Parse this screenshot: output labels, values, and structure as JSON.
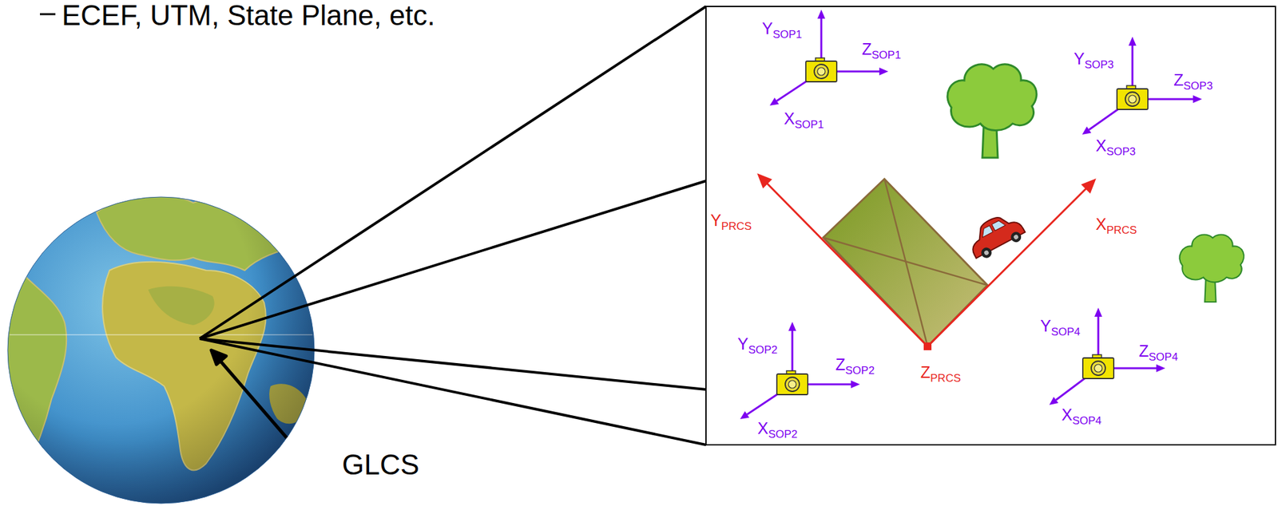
{
  "diagram": {
    "labels": [
      "ECEF, UTM, State Plane, etc.",
      "GLCS",
      "YSOP1",
      "ZSOP1",
      "XSOP1",
      "YSOP3",
      "ZSOP3",
      "XSOP3",
      "YPRCS",
      "XPRCS",
      "ZPRCS",
      "YSOP2",
      "ZSOP2",
      "XSOP2",
      "YSOP4",
      "ZSOP4",
      "XSOP4"
    ]
  }
}
